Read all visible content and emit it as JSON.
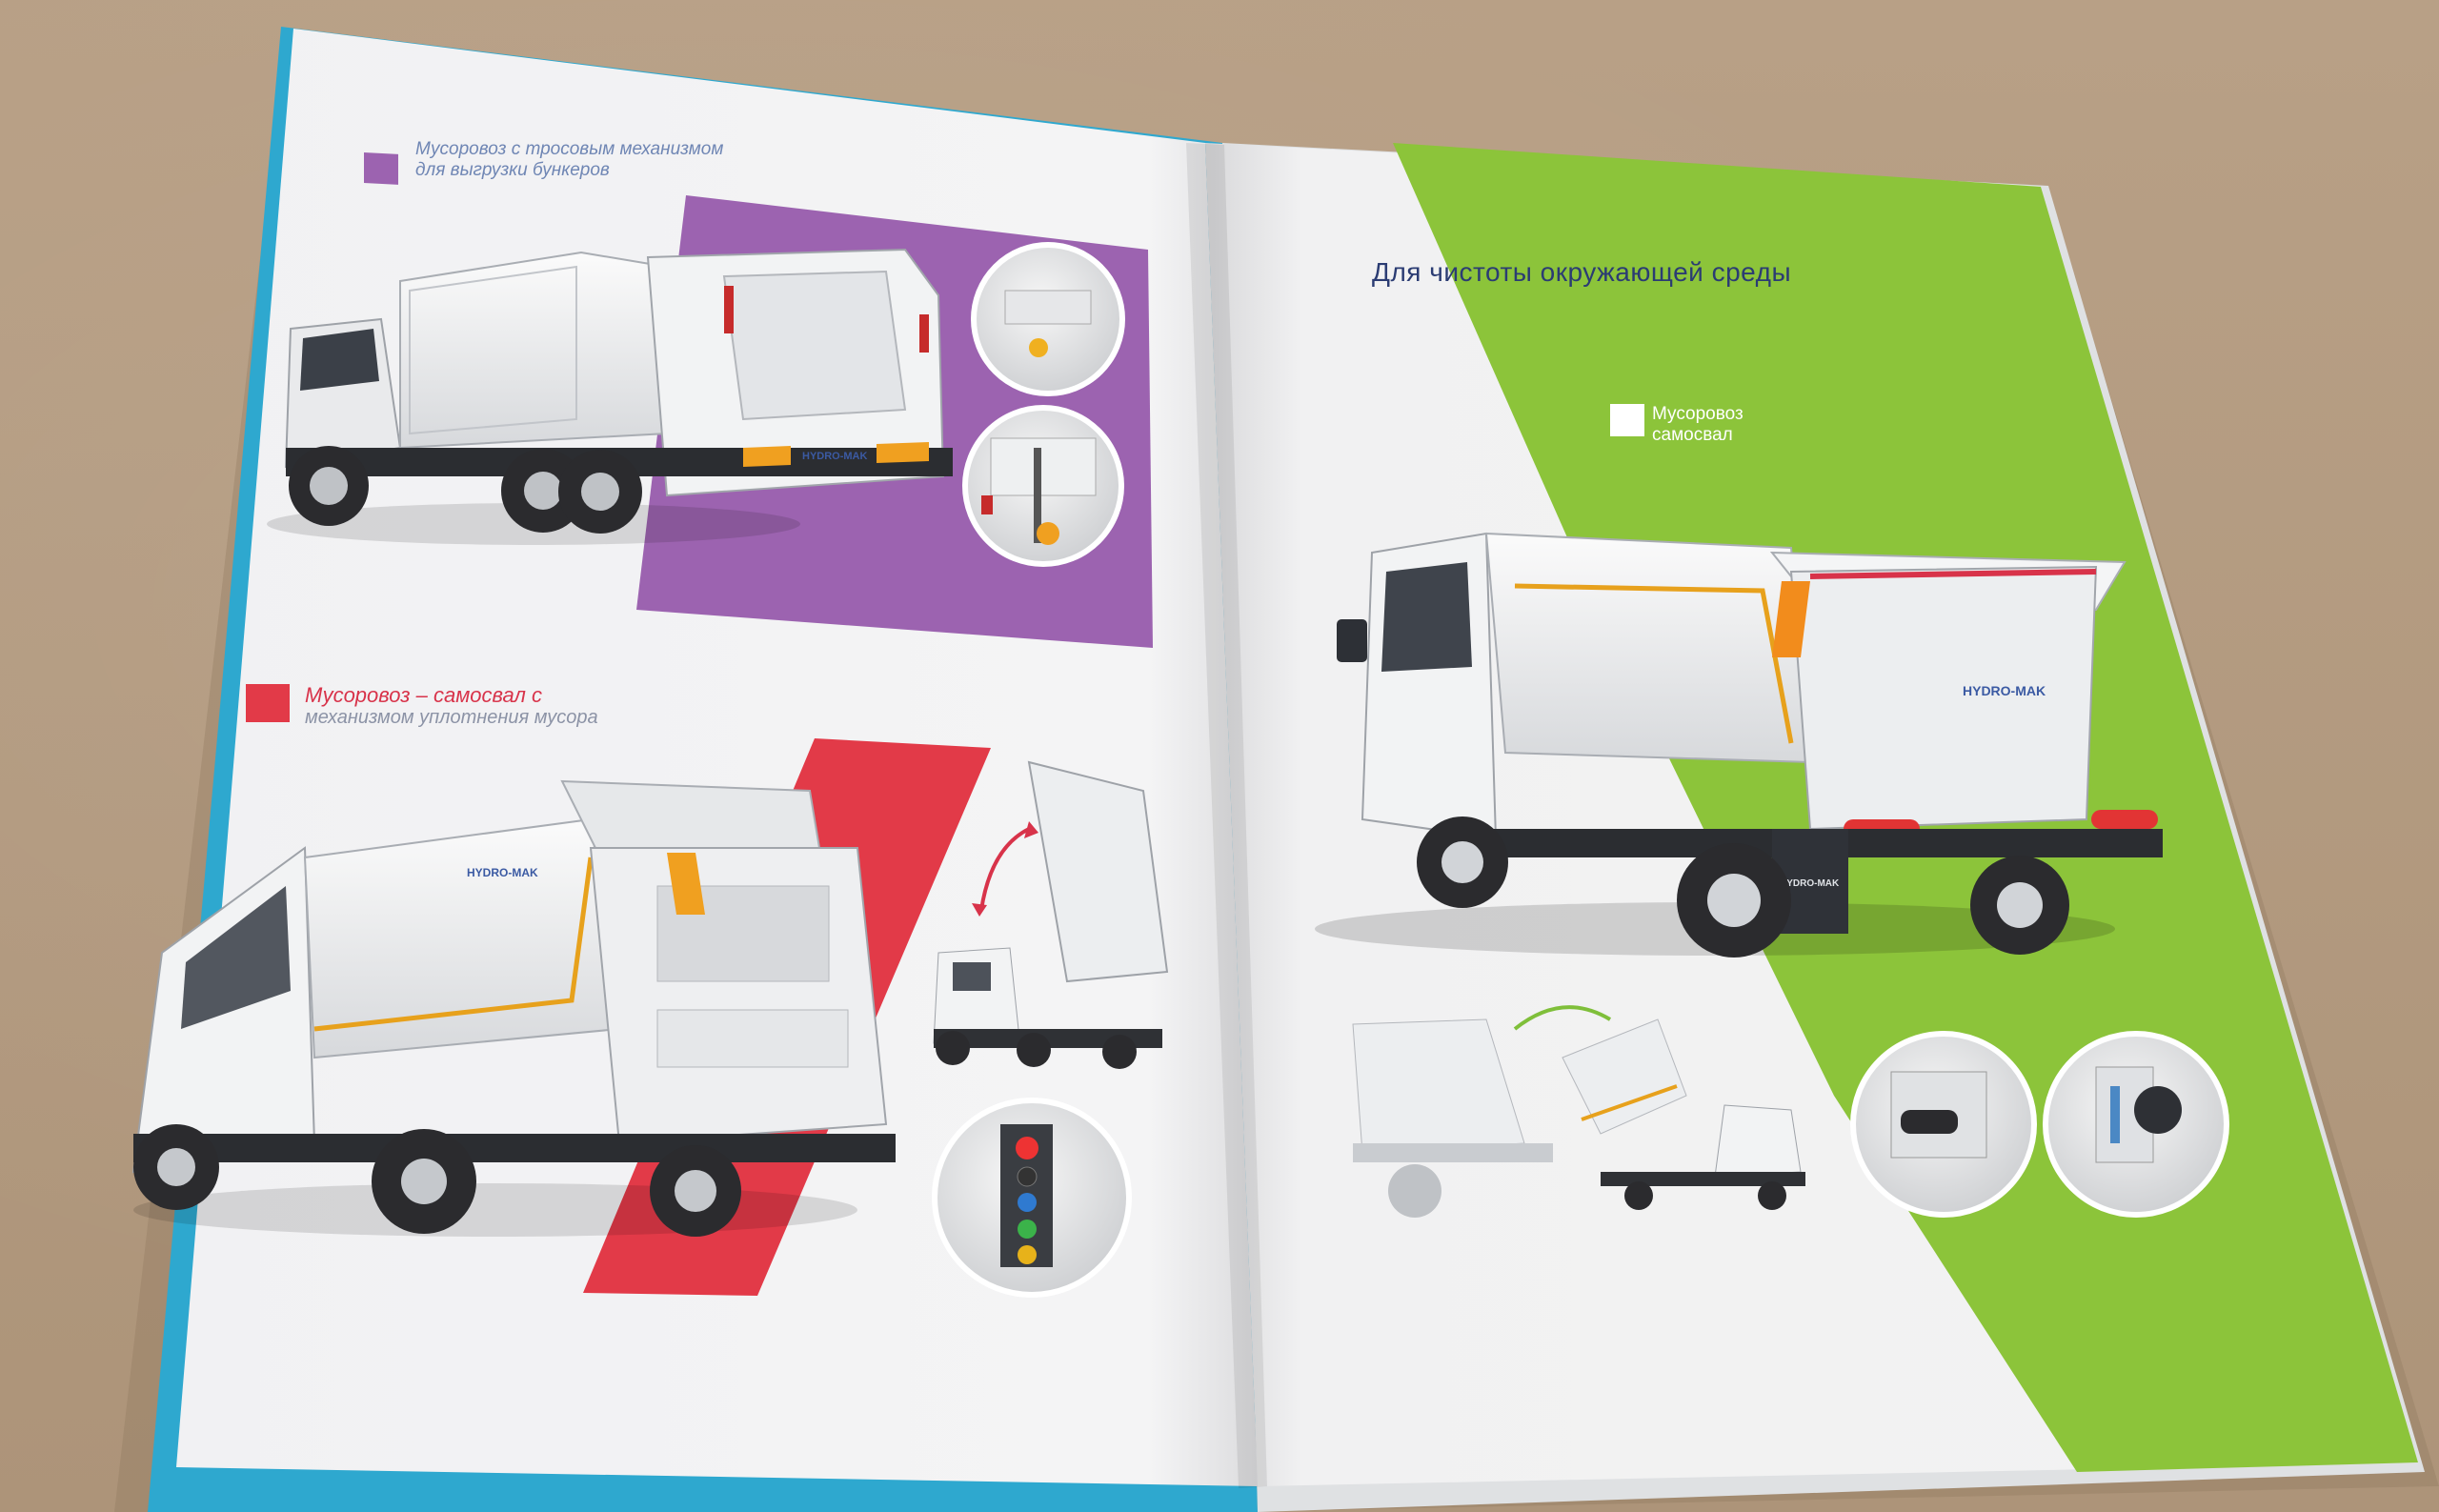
{
  "left_page": {
    "section_1": {
      "line_1": "Мусоровоз с тросовым механизмом",
      "line_2": "для выгрузки бункеров"
    },
    "section_2": {
      "line_1": "Мусоровоз – самосвал с",
      "line_2": "механизмом уплотнения мусора"
    }
  },
  "right_page": {
    "heading": "Для чистоты окружающей среды",
    "section_1": {
      "line_1": "Мусоровоз",
      "line_2": "самосвал"
    }
  },
  "brand": "HYDRO-MAK",
  "colors": {
    "purple_accent": "#9c63b0",
    "red_accent": "#e23a48",
    "green_accent": "#8cc43a",
    "navy_text": "#2b3c73"
  }
}
